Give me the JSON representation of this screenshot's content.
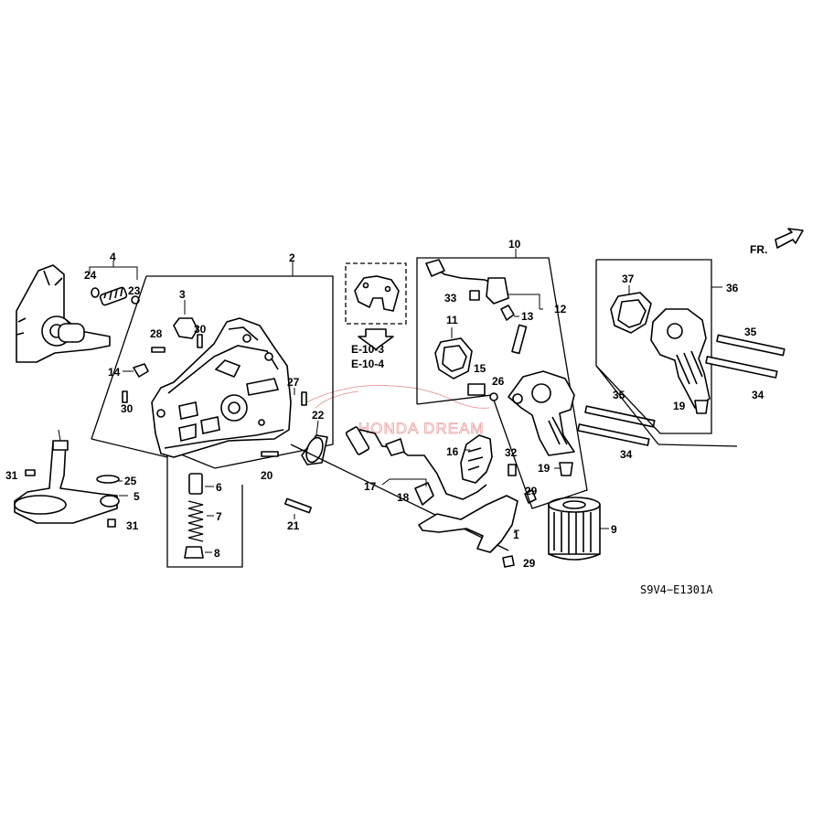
{
  "diagram_code": "S9V4−E1301A",
  "direction_label": "FR.",
  "watermark": "HONDA DREAM",
  "references": [
    "E-10-3",
    "E-10-4"
  ],
  "callouts": [
    {
      "id": "c1",
      "label": "1"
    },
    {
      "id": "c2",
      "label": "2"
    },
    {
      "id": "c3",
      "label": "3"
    },
    {
      "id": "c4",
      "label": "4"
    },
    {
      "id": "c5",
      "label": "5"
    },
    {
      "id": "c6",
      "label": "6"
    },
    {
      "id": "c7",
      "label": "7"
    },
    {
      "id": "c8",
      "label": "8"
    },
    {
      "id": "c9",
      "label": "9"
    },
    {
      "id": "c10",
      "label": "10"
    },
    {
      "id": "c11",
      "label": "11"
    },
    {
      "id": "c12",
      "label": "12"
    },
    {
      "id": "c13",
      "label": "13"
    },
    {
      "id": "c14",
      "label": "14"
    },
    {
      "id": "c15",
      "label": "15"
    },
    {
      "id": "c16",
      "label": "16"
    },
    {
      "id": "c17",
      "label": "17"
    },
    {
      "id": "c18",
      "label": "18"
    },
    {
      "id": "c19a",
      "label": "19"
    },
    {
      "id": "c19b",
      "label": "19"
    },
    {
      "id": "c20",
      "label": "20"
    },
    {
      "id": "c21",
      "label": "21"
    },
    {
      "id": "c22",
      "label": "22"
    },
    {
      "id": "c23",
      "label": "23"
    },
    {
      "id": "c24",
      "label": "24"
    },
    {
      "id": "c25",
      "label": "25"
    },
    {
      "id": "c26",
      "label": "26"
    },
    {
      "id": "c27",
      "label": "27"
    },
    {
      "id": "c28",
      "label": "28"
    },
    {
      "id": "c29a",
      "label": "29"
    },
    {
      "id": "c29b",
      "label": "29"
    },
    {
      "id": "c30a",
      "label": "30"
    },
    {
      "id": "c30b",
      "label": "30"
    },
    {
      "id": "c31a",
      "label": "31"
    },
    {
      "id": "c31b",
      "label": "31"
    },
    {
      "id": "c32",
      "label": "32"
    },
    {
      "id": "c33",
      "label": "33"
    },
    {
      "id": "c34a",
      "label": "34"
    },
    {
      "id": "c34b",
      "label": "34"
    },
    {
      "id": "c35a",
      "label": "35"
    },
    {
      "id": "c35b",
      "label": "35"
    },
    {
      "id": "c36",
      "label": "36"
    },
    {
      "id": "c37",
      "label": "37"
    }
  ]
}
